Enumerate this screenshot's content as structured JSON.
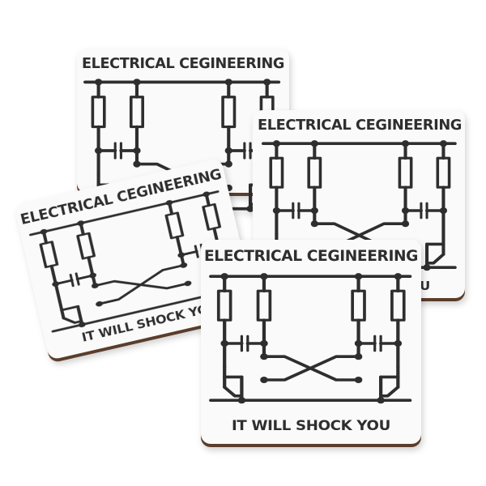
{
  "product": {
    "design_title": "ELECTRICAL CEGINEERING",
    "design_tagline": "IT WILL SHOCK YOU",
    "coaster_count": 4
  },
  "colors": {
    "background": "#ffffff",
    "coaster_face": "#fafafa",
    "coaster_edge": "#5a3e2b",
    "ink": "#2f2f2f"
  }
}
